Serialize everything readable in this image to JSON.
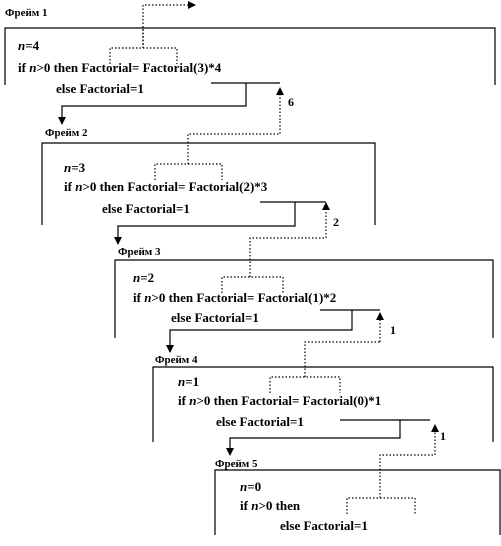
{
  "frames": [
    {
      "label": "Фрейм 1",
      "lines": [
        [
          {
            "t": "n",
            "i": true
          },
          {
            "t": "=4"
          }
        ],
        [
          {
            "t": "if "
          },
          {
            "t": "n",
            "i": true
          },
          {
            "t": ">0 then Factorial=    Factorial(3)*4"
          }
        ],
        [
          {
            "t": "else Factorial=1"
          }
        ]
      ],
      "return_value": "6"
    },
    {
      "label": "Фрейм 2",
      "lines": [
        [
          {
            "t": "n",
            "i": true
          },
          {
            "t": "=3"
          }
        ],
        [
          {
            "t": "if "
          },
          {
            "t": "n",
            "i": true
          },
          {
            "t": ">0 then Factorial=    Factorial(2)*3"
          }
        ],
        [
          {
            "t": "else Factorial=1"
          }
        ]
      ],
      "return_value": "2"
    },
    {
      "label": "Фрейм 3",
      "lines": [
        [
          {
            "t": "n",
            "i": true
          },
          {
            "t": "=2"
          }
        ],
        [
          {
            "t": "if "
          },
          {
            "t": "n",
            "i": true
          },
          {
            "t": ">0 then Factorial=    Factorial(1)*2"
          }
        ],
        [
          {
            "t": "else Factorial=1"
          }
        ]
      ],
      "return_value": "1"
    },
    {
      "label": "Фрейм 4",
      "lines": [
        [
          {
            "t": "n",
            "i": true
          },
          {
            "t": "=1"
          }
        ],
        [
          {
            "t": "if "
          },
          {
            "t": "n",
            "i": true
          },
          {
            "t": ">0 then Factorial=    Factorial(0)*1"
          }
        ],
        [
          {
            "t": "else Factorial=1"
          }
        ]
      ],
      "return_value": "1"
    },
    {
      "label": "Фрейм 5",
      "lines": [
        [
          {
            "t": "n",
            "i": true
          },
          {
            "t": "=0"
          }
        ],
        [
          {
            "t": "if "
          },
          {
            "t": "n",
            "i": true
          },
          {
            "t": ">0 then"
          }
        ],
        [
          {
            "t": "else    Factorial=1"
          }
        ]
      ],
      "return_value": ""
    }
  ]
}
